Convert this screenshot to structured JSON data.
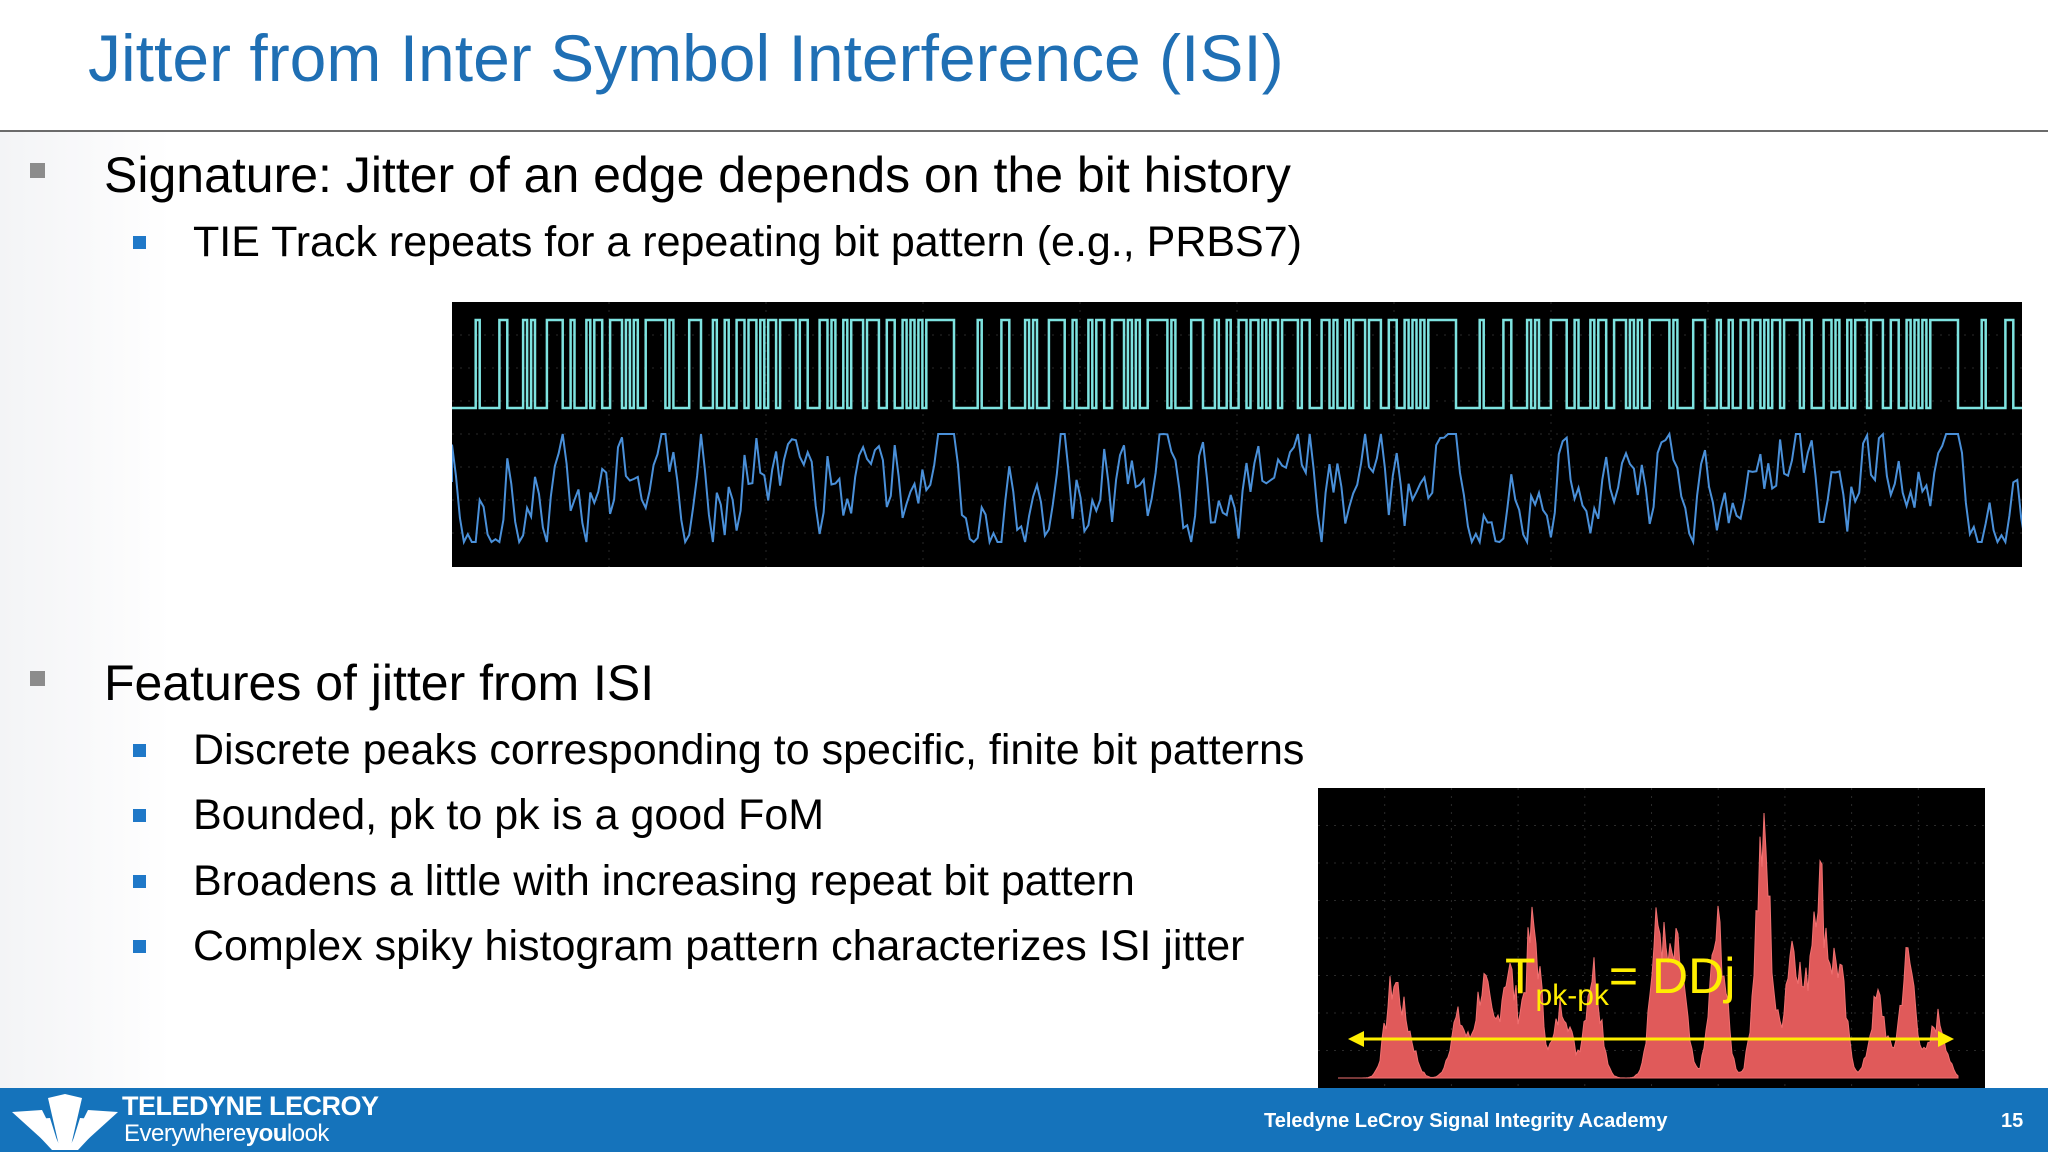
{
  "slide": {
    "title": "Jitter from Inter Symbol Interference (ISI)",
    "sections": [
      {
        "heading": "Signature: Jitter of an edge depends on the bit history",
        "points": [
          "TIE Track repeats for a repeating bit pattern (e.g., PRBS7)"
        ]
      },
      {
        "heading": "Features of jitter from ISI",
        "points": [
          "Discrete peaks corresponding to specific, finite bit patterns",
          "Bounded, pk to pk is a good FoM",
          "Broadens a little with increasing repeat bit pattern",
          "Complex spiky histogram pattern characterizes ISI jitter"
        ]
      }
    ],
    "page_number": "15"
  },
  "histogram_label": {
    "main": "T",
    "subscript": "pk-pk",
    "suffix": "= DDj"
  },
  "footer": {
    "brand": "TELEDYNE LECROY",
    "tagline_pre": "Everywhere",
    "tagline_bold": "you",
    "tagline_post": "look",
    "academy": "Teledyne LeCroy Signal Integrity Academy"
  },
  "colors": {
    "title": "#1f6fb4",
    "sub_bullet": "#1f78c8",
    "main_bullet": "#8c8c8c",
    "footer": "#1573bb",
    "digital_trace": "#7ee3e0",
    "tie_trace": "#4a90d9",
    "histogram_fill": "#e05a5a",
    "annotation": "#ffee00"
  },
  "icons": [
    "square-bullet-icon",
    "teledyne-lecroy-logo-icon",
    "double-arrow-icon"
  ]
}
